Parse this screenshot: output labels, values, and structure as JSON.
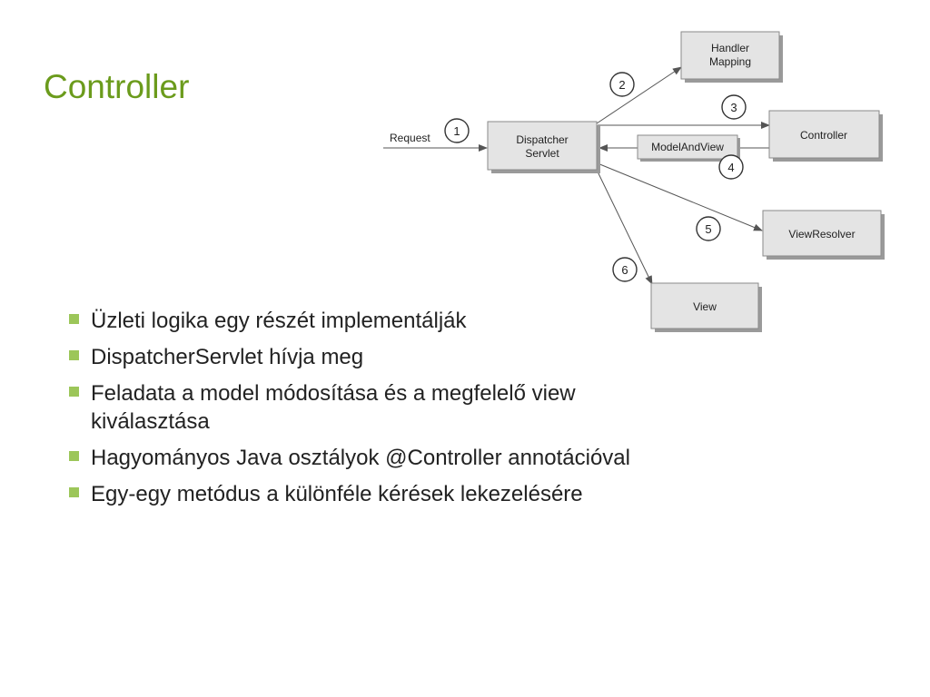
{
  "slide": {
    "title": "Controller",
    "bullets": [
      {
        "text": "Üzleti logika egy részét implementálják"
      },
      {
        "text": "DispatcherServlet hívja meg"
      },
      {
        "text": "Feladata a model módosítása és a megfelelő view kiválasztása"
      },
      {
        "text": "Hagyományos Java osztályok @Controller annotációval"
      },
      {
        "text": "Egy-egy metódus a különféle kérések lekezelésére"
      }
    ],
    "colors": {
      "title": "#6b9b1c",
      "bullet_marker": "#9cc659",
      "box_fill": "#e4e4e4",
      "box_border": "#8a8a8a"
    }
  },
  "diagram": {
    "request_label": "Request",
    "dispatcher": {
      "line1": "Dispatcher",
      "line2": "Servlet"
    },
    "handler_mapping": {
      "line1": "Handler",
      "line2": "Mapping"
    },
    "controller": "Controller",
    "model_and_view": "ModelAndView",
    "view_resolver": "ViewResolver",
    "view": "View",
    "steps": [
      "1",
      "2",
      "3",
      "4",
      "5",
      "6"
    ]
  }
}
